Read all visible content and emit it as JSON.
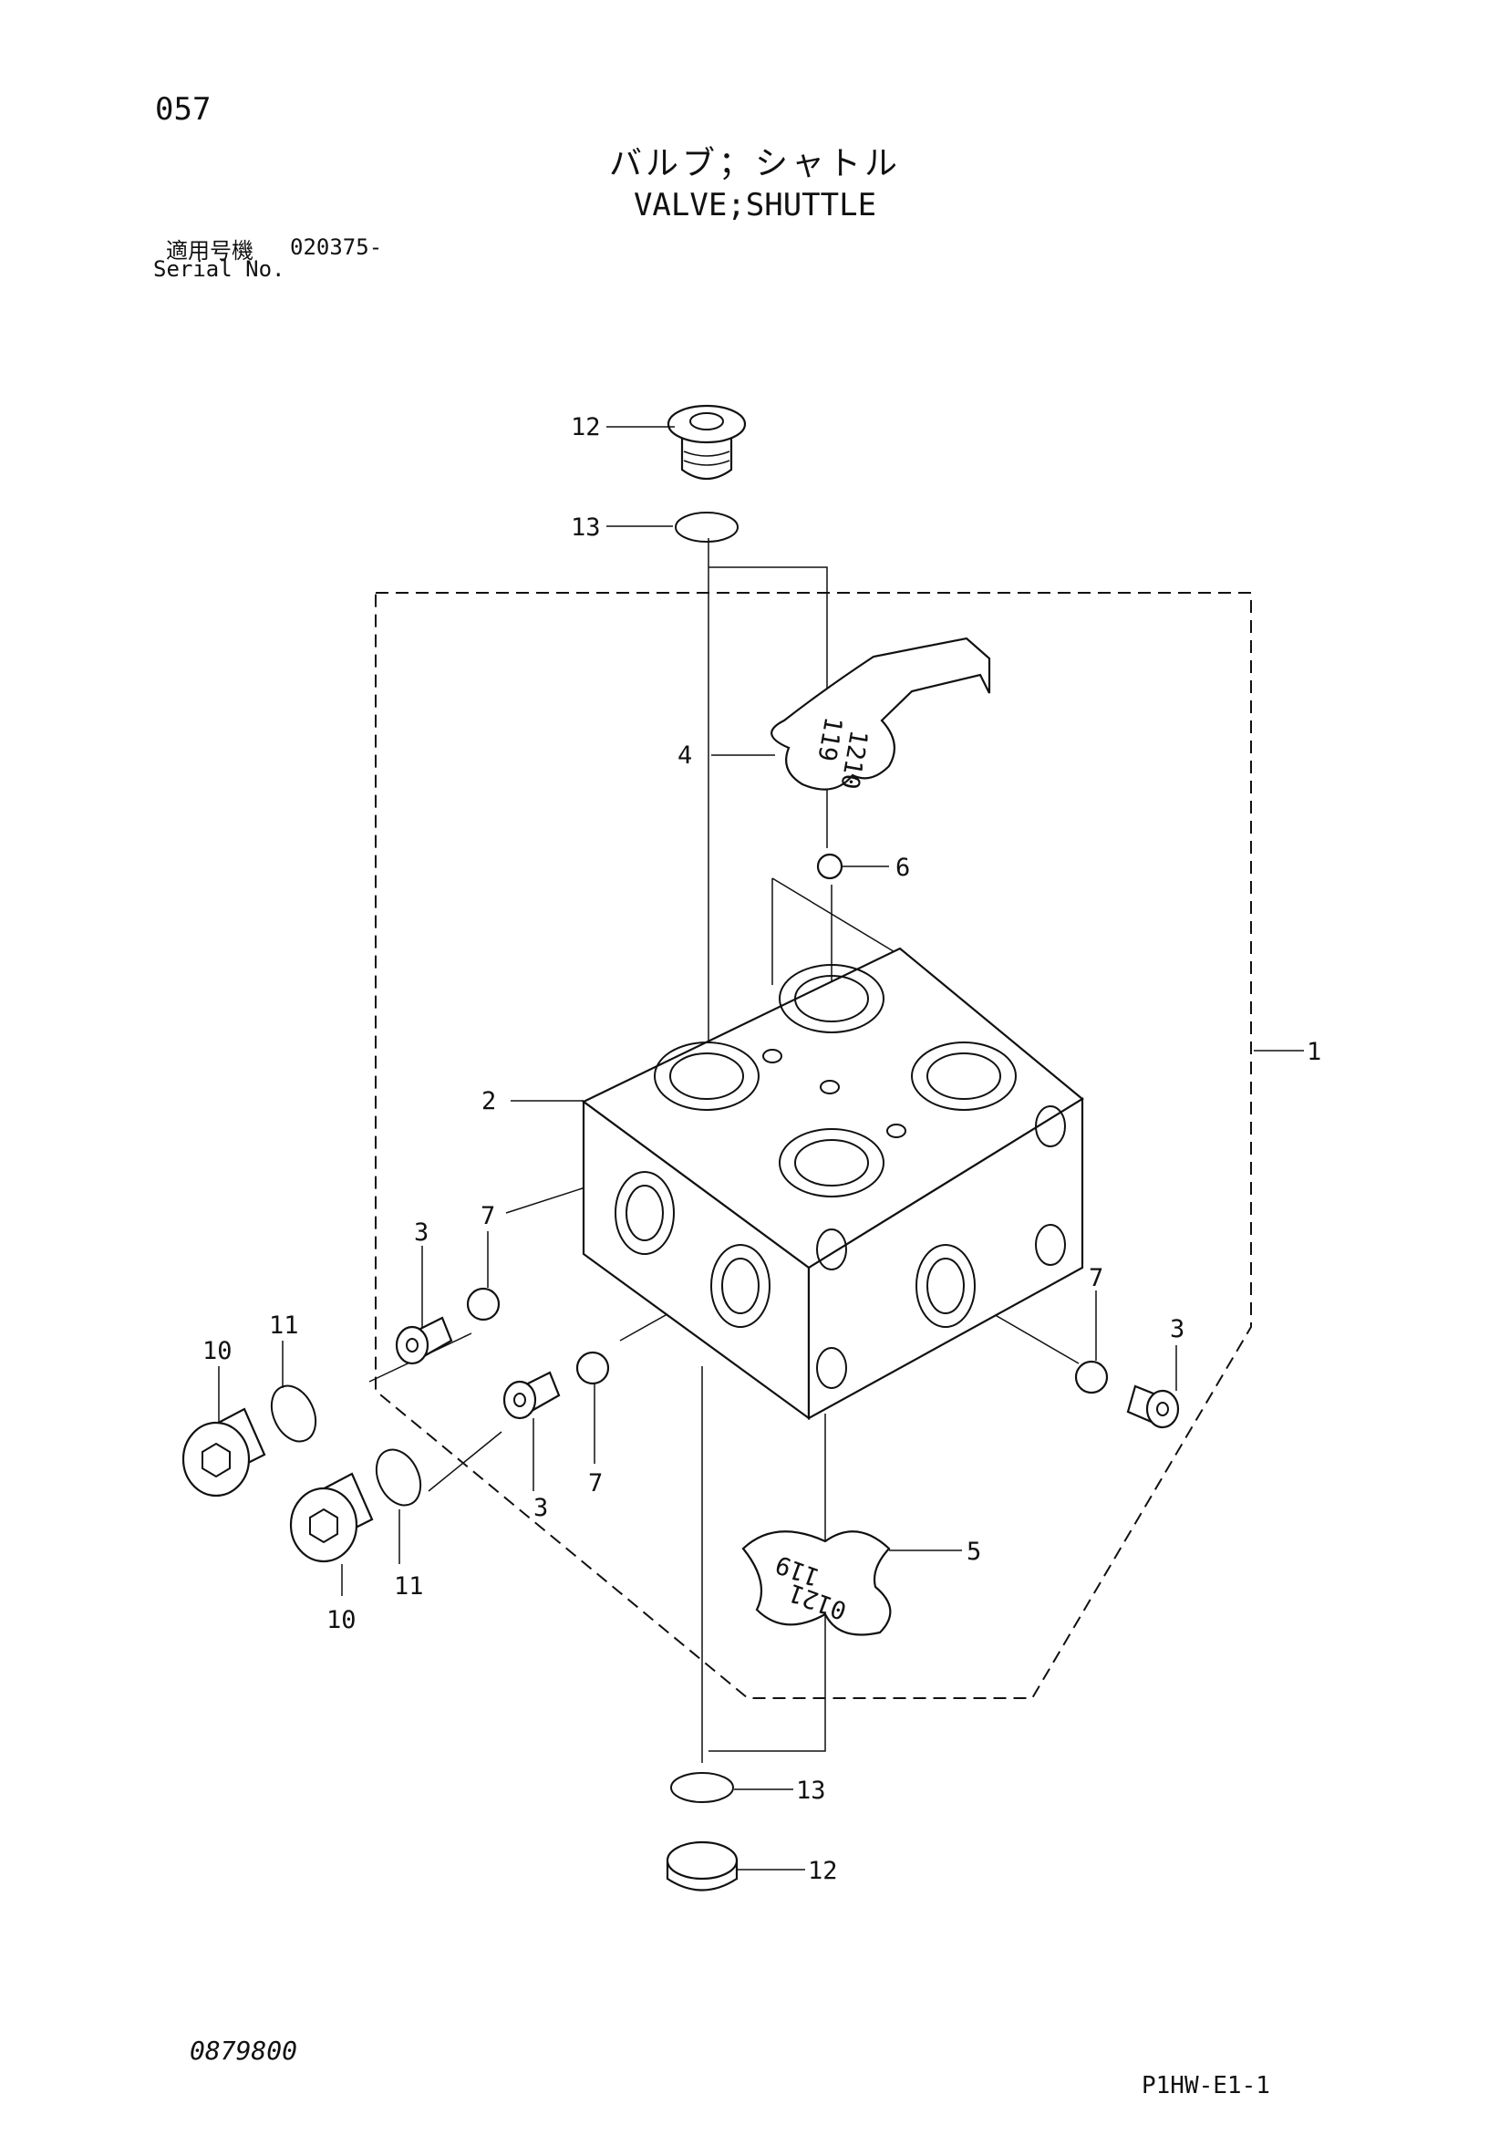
{
  "header": {
    "page_number": "057",
    "title_jp": "バルブ；シャトル",
    "title_en": "VALVE;SHUTTLE",
    "serial_label_jp": "適用号機",
    "serial_value": "020375-",
    "serial_label_en": "Serial No."
  },
  "footer": {
    "drawing_number": "0879800",
    "sheet_code": "P1HW-E1-1"
  },
  "callouts": {
    "c1": "1",
    "c2": "2",
    "c3a": "3",
    "c3b": "3",
    "c3c": "3",
    "c4": "4",
    "c5": "5",
    "c6": "6",
    "c7a": "7",
    "c7b": "7",
    "c7c": "7",
    "c10a": "10",
    "c10b": "10",
    "c11a": "11",
    "c11b": "11",
    "c12a": "12",
    "c12b": "12",
    "c13a": "13",
    "c13b": "13"
  },
  "tags": {
    "top_line1": "119",
    "top_line2": "1210",
    "bottom_line1": "119",
    "bottom_line2": "0121"
  }
}
